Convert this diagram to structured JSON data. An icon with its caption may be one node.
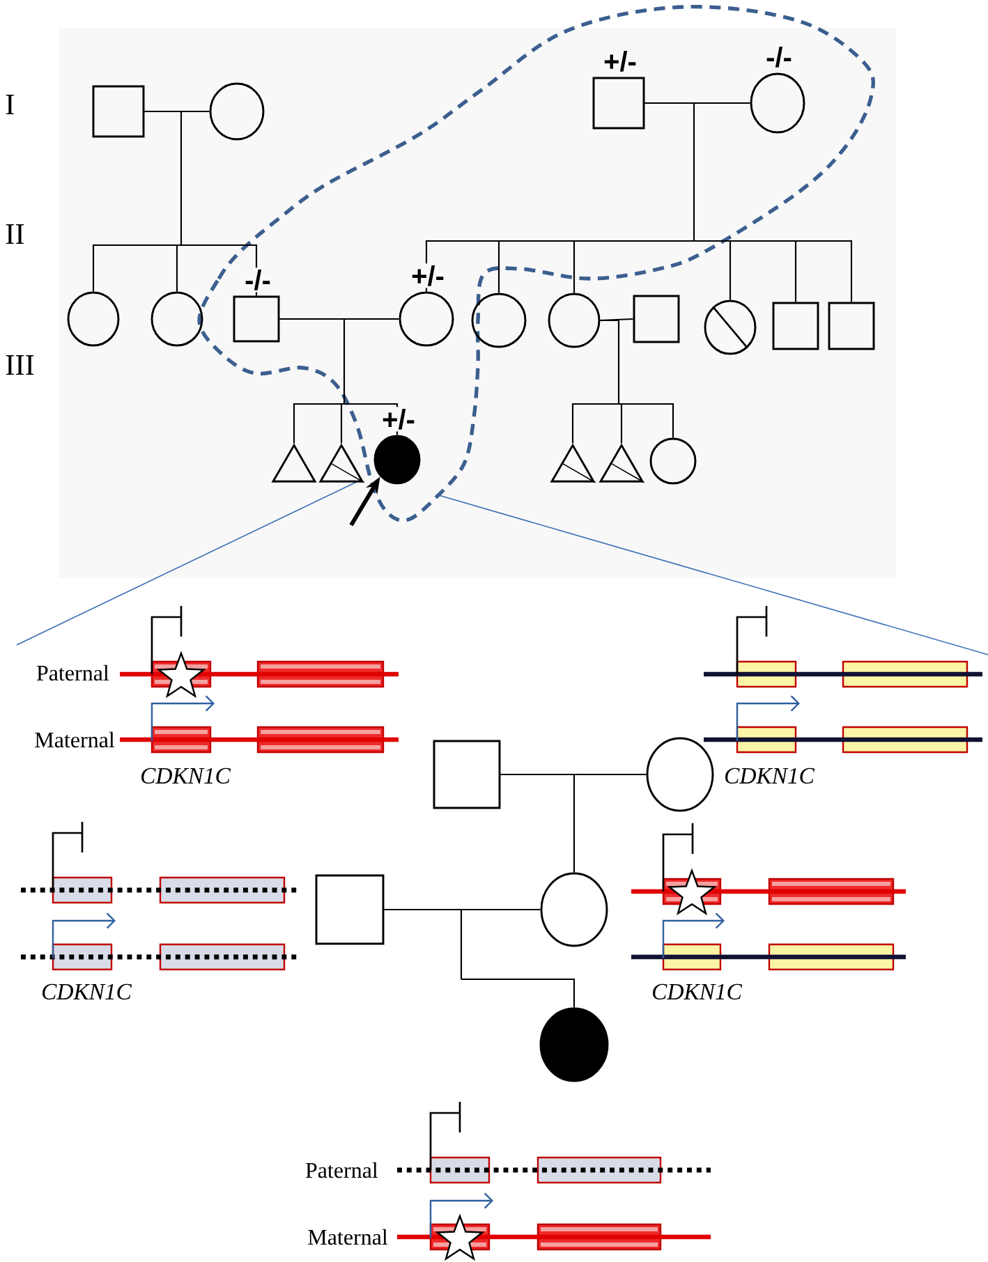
{
  "diagram": {
    "nodes": [
      {
        "text": [],
        "shape": "square"
      },
      {
        "text": [],
        "shape": "circle"
      },
      {
        "text": [],
        "shape": "square",
        "beside": [
          "+/-"
        ]
      },
      {
        "text": [],
        "shape": "circle",
        "beside": [
          "-/-"
        ]
      },
      {
        "text": [],
        "shape": "circle"
      },
      {
        "text": [],
        "shape": "circle"
      },
      {
        "text": [],
        "shape": "square",
        "beside": [
          "-/-"
        ]
      },
      {
        "text": [],
        "shape": "circle",
        "beside": [
          "+/-"
        ]
      },
      {
        "text": [],
        "shape": "circle"
      },
      {
        "text": [],
        "shape": "circle"
      },
      {
        "text": [],
        "shape": "square"
      },
      {
        "text": [],
        "shape": "circle"
      },
      {
        "text": [],
        "shape": "square"
      },
      {
        "text": [],
        "shape": "square"
      },
      {
        "text": [],
        "shape": "triangle"
      },
      {
        "text": [],
        "shape": "triangle"
      },
      {
        "text": [],
        "shape": "disc",
        "beside": [
          "+/-"
        ]
      },
      {
        "text": [],
        "shape": "triangle"
      },
      {
        "text": [],
        "shape": "triangle"
      },
      {
        "text": [],
        "shape": "circle"
      },
      {
        "text": [],
        "shape": "square"
      },
      {
        "text": [],
        "shape": "circle"
      },
      {
        "text": [],
        "shape": "square"
      },
      {
        "text": [],
        "shape": "circle"
      },
      {
        "text": [],
        "shape": "disc"
      }
    ],
    "edges": [
      {
        "from": 0,
        "to": 1,
        "arrow": "none"
      },
      {
        "from": 0,
        "to": 4,
        "arrow": "none"
      },
      {
        "from": 0,
        "to": 5,
        "arrow": "none"
      },
      {
        "from": 0,
        "to": 6,
        "arrow": "none"
      },
      {
        "from": 2,
        "to": 3,
        "arrow": "none"
      },
      {
        "from": 2,
        "to": 7,
        "arrow": "none"
      },
      {
        "from": 2,
        "to": 8,
        "arrow": "none"
      },
      {
        "from": 2,
        "to": 9,
        "arrow": "none"
      },
      {
        "from": 2,
        "to": 11,
        "arrow": "none"
      },
      {
        "from": 2,
        "to": 12,
        "arrow": "none"
      },
      {
        "from": 2,
        "to": 13,
        "arrow": "none"
      },
      {
        "from": 6,
        "to": 7,
        "arrow": "none"
      },
      {
        "from": 6,
        "to": 14,
        "arrow": "none"
      },
      {
        "from": 6,
        "to": 15,
        "arrow": "none"
      },
      {
        "from": 6,
        "to": 16,
        "arrow": "none"
      },
      {
        "from": 9,
        "to": 10,
        "arrow": "none"
      },
      {
        "from": 9,
        "to": 17,
        "arrow": "none"
      },
      {
        "from": 9,
        "to": 18,
        "arrow": "none"
      },
      {
        "from": 9,
        "to": 19,
        "arrow": "none"
      },
      {
        "from": null,
        "to": 16,
        "arrow": "to",
        "style": "thick"
      },
      {
        "from": 20,
        "to": 21,
        "arrow": "none"
      },
      {
        "from": 20,
        "to": 23,
        "arrow": "none"
      },
      {
        "from": 22,
        "to": 23,
        "arrow": "none"
      },
      {
        "from": 22,
        "to": 24,
        "arrow": "none"
      }
    ],
    "labels": [
      "I",
      "II",
      "III",
      "Paternal",
      "Maternal",
      "CDKN1C",
      "CDKN1C",
      "CDKN1C",
      "CDKN1C",
      "Paternal",
      "Maternal"
    ]
  }
}
